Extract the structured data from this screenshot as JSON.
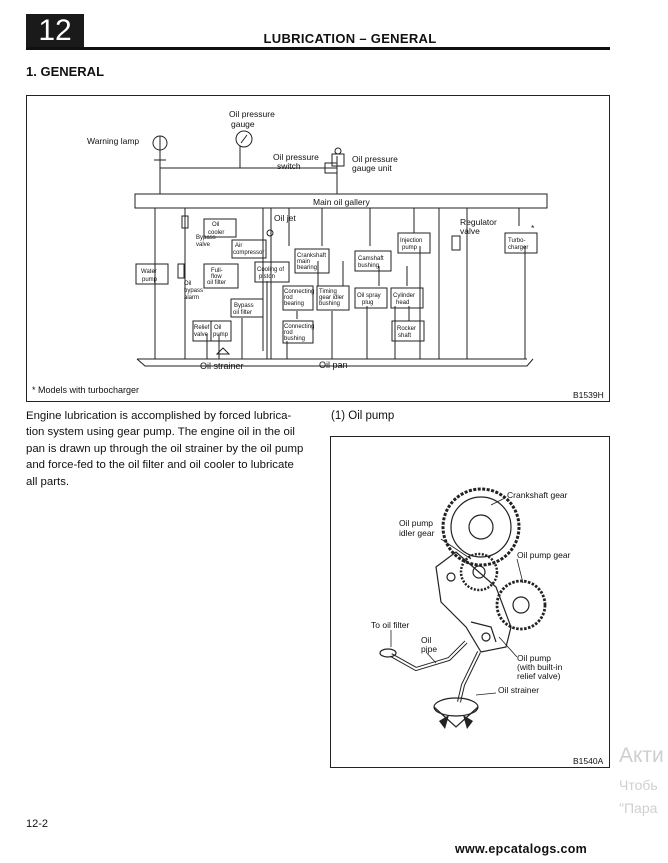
{
  "header": {
    "section_number": "12",
    "title": "LUBRICATION – GENERAL"
  },
  "section_heading": "1.  GENERAL",
  "diagram1": {
    "code": "B1539H",
    "note": "* Models with turbocharger",
    "labels": {
      "oil_pressure_gauge_1": "Oil pressure",
      "oil_pressure_gauge_2": "gauge",
      "warning_lamp": "Warning lamp",
      "oil_pressure_switch_1": "Oil pressure",
      "oil_pressure_switch_2": "switch",
      "oil_pressure_gauge_unit_1": "Oil pressure",
      "oil_pressure_gauge_unit_2": "gauge unit",
      "main_oil_gallery": "Main oil gallery",
      "oil_jet": "Oil jet",
      "regulator_valve_1": "Regulator",
      "regulator_valve_2": "valve",
      "oil_cooler_1": "Oil",
      "oil_cooler_2": "cooler",
      "bypass_valve_1": "Bypass",
      "bypass_valve_2": "valve",
      "air_compressor_1": "Air",
      "air_compressor_2": "compressor",
      "water_pump_1": "Water",
      "water_pump_2": "pump",
      "oil_bypass_alarm_1": "Oil",
      "oil_bypass_alarm_2": "bypass",
      "oil_bypass_alarm_3": "alarm",
      "full_flow_filter_1": "Full-",
      "full_flow_filter_2": "flow",
      "full_flow_filter_3": "oil filter",
      "cooling_piston_1": "Cooling of",
      "cooling_piston_2": "piston",
      "crankshaft_main_bearing_1": "Crankshaft",
      "crankshaft_main_bearing_2": "main",
      "crankshaft_main_bearing_3": "bearing",
      "camshaft_bushing_1": "Camshaft",
      "camshaft_bushing_2": "bushing",
      "injection_pump_1": "Injection",
      "injection_pump_2": "pump",
      "turbocharger_1": "Turbo-",
      "turbocharger_2": "charger",
      "turbo_star": "*",
      "bypass_oil_filter_1": "Bypass",
      "bypass_oil_filter_2": "oil filter",
      "connecting_rod_bearing_1": "Connecting",
      "connecting_rod_bearing_2": "rod",
      "connecting_rod_bearing_3": "bearing",
      "timing_gear_idler_1": "Timing",
      "timing_gear_idler_2": "gear idler",
      "timing_gear_idler_3": "bushing",
      "oil_spray_plug_1": "Oil spray",
      "oil_spray_plug_2": "plug",
      "cylinder_head_1": "Cylinder",
      "cylinder_head_2": "head",
      "relief_valve_1": "Relief",
      "relief_valve_2": "valve",
      "oil_pump_1": "Oil",
      "oil_pump_2": "pump",
      "connecting_rod_bushing_1": "Connecting",
      "connecting_rod_bushing_2": "rod",
      "connecting_rod_bushing_3": "bushing",
      "rocker_shaft_1": "Rocker",
      "rocker_shaft_2": "shaft",
      "oil_strainer": "Oil strainer",
      "oil_pan": "Oil pan"
    }
  },
  "body_text_lines": [
    "Engine lubrication is accomplished by forced lubrica-",
    "tion system using gear pump. The engine oil in the oil",
    "pan is drawn up through the oil strainer by the oil pump",
    "and force-fed to the oil filter and oil cooler to lubricate",
    "all parts."
  ],
  "sub_heading": "(1)  Oil pump",
  "diagram2": {
    "code": "B1540A",
    "labels": {
      "crankshaft_gear": "Crankshaft gear",
      "idler_gear_1": "Oil pump",
      "idler_gear_2": "idler gear",
      "oil_pump_gear": "Oil pump gear",
      "to_oil_filter": "To oil filter",
      "oil_pipe_1": "Oil",
      "oil_pipe_2": "pipe",
      "oil_pump_1": "Oil pump",
      "oil_pump_2": "(with built-in",
      "oil_pump_3": "relief valve)",
      "oil_strainer": "Oil strainer"
    }
  },
  "page_number": "12-2",
  "footer_url": "www.epcatalogs.com",
  "watermark": {
    "line1": "Акти",
    "line2": "Чтобь",
    "line3": "\"Пара"
  }
}
